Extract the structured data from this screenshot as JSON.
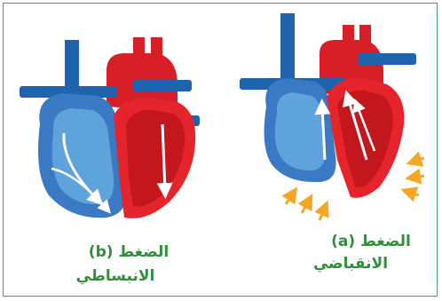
{
  "diagram": {
    "panel_a": {
      "tag": "(a)",
      "line1": "الضغط",
      "line2": "الانقباضي"
    },
    "panel_b": {
      "tag": "(b)",
      "line1": "الضغط",
      "line2": "الانبساطي"
    },
    "colors": {
      "blood_deoxygenated": "#3a79c4",
      "vessel_dark_blue": "#1d63ad",
      "blood_oxygenated": "#e5242b",
      "artery_dark_red": "#b8141c",
      "pressure_arrows": "#f5a623",
      "label_green": "#2f8f3a",
      "frame_border": "#4a9a7a"
    },
    "icons": [
      "white-flow-arrow",
      "orange-pressure-arrow"
    ]
  }
}
